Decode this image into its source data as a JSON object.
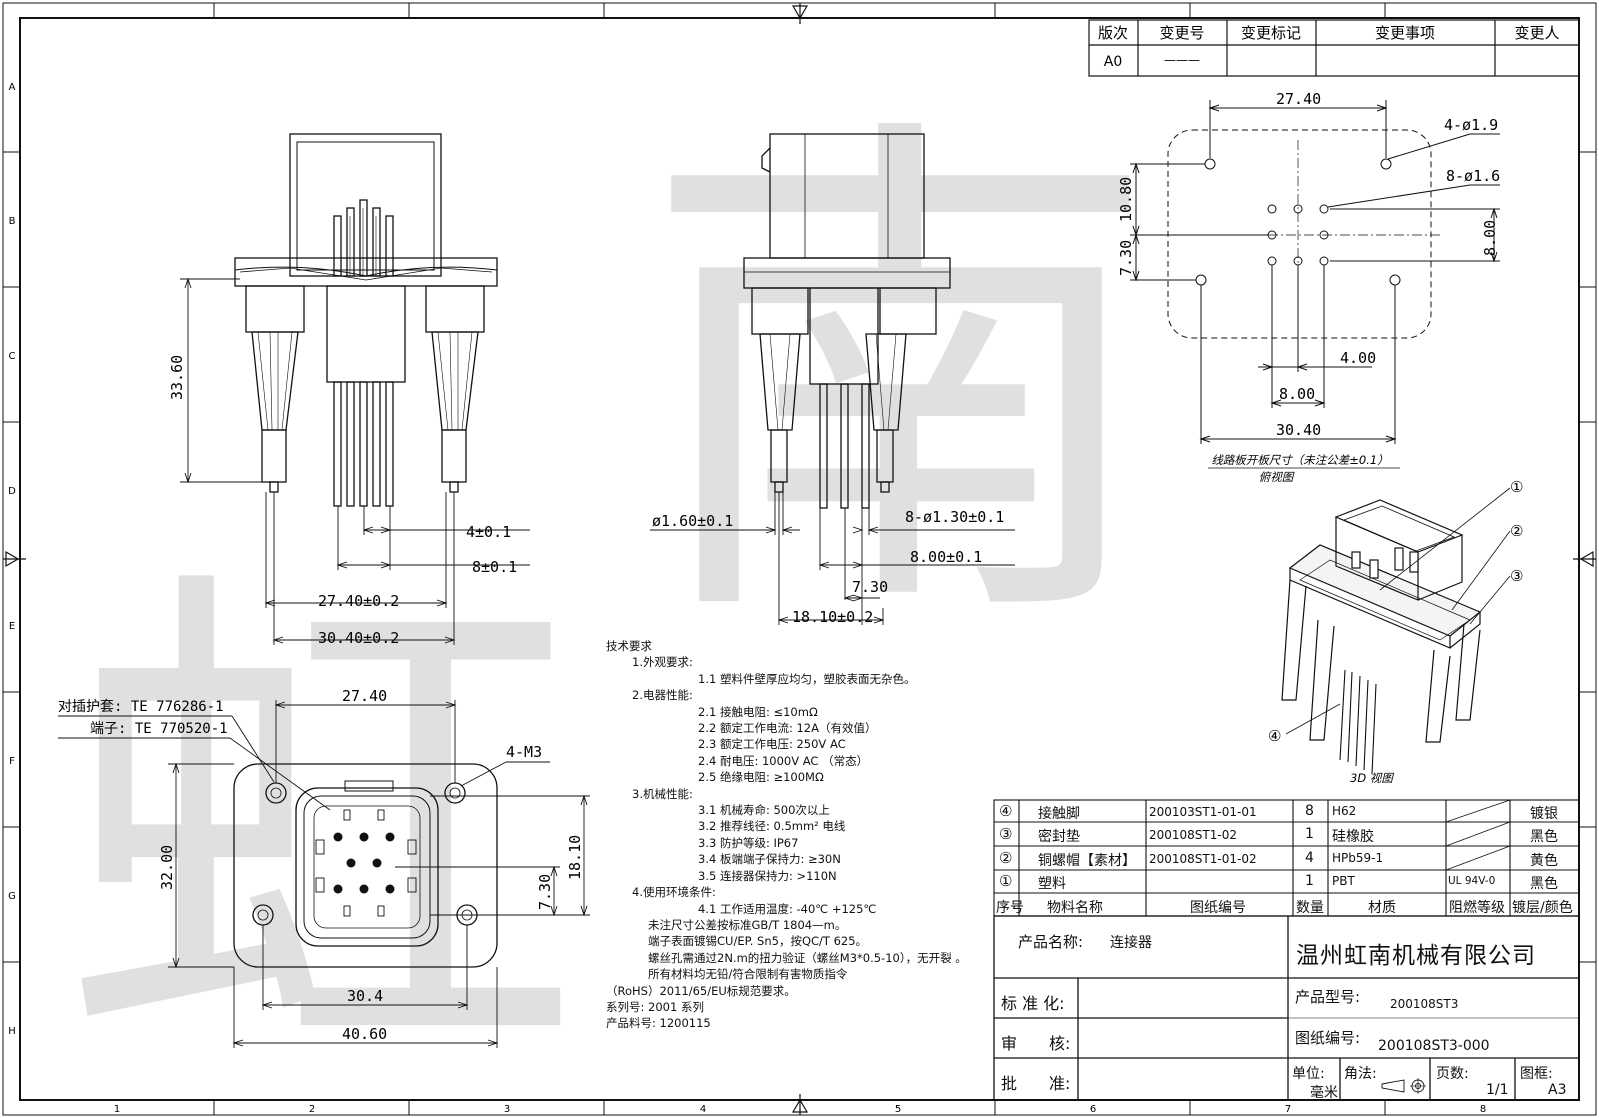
{
  "revision_table": {
    "headers": [
      "版次",
      "变更号",
      "变更标记",
      "变更事项",
      "变更人"
    ],
    "row": [
      "A0",
      "———",
      "",
      "",
      ""
    ]
  },
  "front_view": {
    "dims": [
      "33.60",
      "4±0.1",
      "8±0.1",
      "27.40±0.2",
      "30.40±0.2"
    ]
  },
  "side_view": {
    "dims": [
      "ø1.60±0.1",
      "8-ø1.30±0.1",
      "8.00±0.1",
      "7.30",
      "18.10±0.2"
    ]
  },
  "pcb_view": {
    "dims": [
      "27.40",
      "4-ø1.9",
      "8-ø1.6",
      "10.80",
      "7.30",
      "8.00",
      "4.00",
      "8.00",
      "30.40"
    ],
    "caption1": "线路板开板尺寸（未注公差±0.1）",
    "caption2": "俯视图"
  },
  "bottom_view": {
    "labels": [
      "对插护套: TE 776286-1",
      "端子: TE 770520-1",
      "4-M3"
    ],
    "dims": [
      "27.40",
      "32.00",
      "18.10",
      "7.30",
      "30.4",
      "40.60"
    ]
  },
  "iso_view": {
    "callouts": [
      "①",
      "②",
      "③",
      "④"
    ],
    "caption": "3D 视图"
  },
  "watermark": [
    "虹",
    "南"
  ],
  "tech_requirements": [
    {
      "cls": "l0",
      "text": "技术要求"
    },
    {
      "cls": "l1",
      "text": "1.外观要求:"
    },
    {
      "cls": "l2",
      "text": "1.1 塑料件壁厚应均匀，塑胶表面无杂色。"
    },
    {
      "cls": "l1",
      "text": "2.电器性能:"
    },
    {
      "cls": "l2",
      "text": "2.1 接触电阻: ≤10mΩ"
    },
    {
      "cls": "l2",
      "text": "2.2 额定工作电流: 12A（有效值）"
    },
    {
      "cls": "l2",
      "text": "2.3 额定工作电压: 250V AC"
    },
    {
      "cls": "l2",
      "text": "2.4 耐电压: 1000V AC （常态）"
    },
    {
      "cls": "l2",
      "text": "2.5 绝缘电阻: ≥100MΩ"
    },
    {
      "cls": "l1",
      "text": "3.机械性能:"
    },
    {
      "cls": "l2",
      "text": "3.1 机械寿命: 500次以上"
    },
    {
      "cls": "l2",
      "text": "3.2 推荐线径: 0.5mm² 电线"
    },
    {
      "cls": "l2",
      "text": "3.3 防护等级: IP67"
    },
    {
      "cls": "l2",
      "text": "3.4 板端端子保持力: ≥30N"
    },
    {
      "cls": "l2",
      "text": "3.5 连接器保持力: >110N"
    },
    {
      "cls": "l1",
      "text": "4.使用环境条件:"
    },
    {
      "cls": "l2",
      "text": "4.1 工作适用温度: -40℃ +125℃"
    },
    {
      "cls": "l3",
      "text": "未注尺寸公差按标准GB/T 1804—m。"
    },
    {
      "cls": "l3",
      "text": "端子表面镀锡CU/EP. Sn5，按QC/T 625。"
    },
    {
      "cls": "l3",
      "text": "螺丝孔需通过2N.m的扭力验证（螺丝M3*0.5-10），无开裂 。"
    },
    {
      "cls": "l3",
      "text": "所有材料均无铅/符合限制有害物质指令"
    },
    {
      "cls": "l0",
      "text": "（RoHS）2011/65/EU标规范要求。"
    },
    {
      "cls": "l0",
      "text": "系列号: 2001 系列"
    },
    {
      "cls": "l0",
      "text": "产品料号: 1200115"
    }
  ],
  "bom": {
    "rows": [
      {
        "no": "④",
        "name": "接触脚",
        "drawing": "200103ST1-01-01",
        "qty": "8",
        "material": "H62",
        "flame": "",
        "finish": "镀银"
      },
      {
        "no": "③",
        "name": "密封垫",
        "drawing": "200108ST1-02",
        "qty": "1",
        "material": "硅橡胶",
        "flame": "",
        "finish": "黑色"
      },
      {
        "no": "②",
        "name": "铜螺帽【素材】",
        "drawing": "200108ST1-01-02",
        "qty": "4",
        "material": "HPb59-1",
        "flame": "",
        "finish": "黄色"
      },
      {
        "no": "①",
        "name": "塑料",
        "drawing": "",
        "qty": "1",
        "material": "PBT",
        "flame": "UL 94V-0",
        "finish": "黑色"
      }
    ],
    "headers": [
      "序号",
      "物料名称",
      "图纸编号",
      "数量",
      "材质",
      "阻燃等级",
      "镀层/颜色"
    ]
  },
  "title_block": {
    "product_name_label": "产品名称:",
    "product_name": "连接器",
    "company": "温州虹南机械有限公司",
    "std_label": "标 准 化:",
    "review_label": "审　　核:",
    "approve_label": "批　　准:",
    "model_label": "产品型号:",
    "model": "200108ST3",
    "drawing_no_label": "图纸编号:",
    "drawing_no": "200108ST3-000",
    "unit_label": "单位:",
    "unit": "毫米",
    "angle_label": "角法:",
    "page_label": "页数:",
    "page": "1/1",
    "frame_label": "图框:",
    "frame": "A3"
  },
  "border": {
    "cols": [
      "1",
      "2",
      "3",
      "4",
      "5",
      "6",
      "7",
      "8"
    ],
    "rows": [
      "A",
      "B",
      "C",
      "D",
      "E",
      "F",
      "G",
      "H"
    ]
  }
}
